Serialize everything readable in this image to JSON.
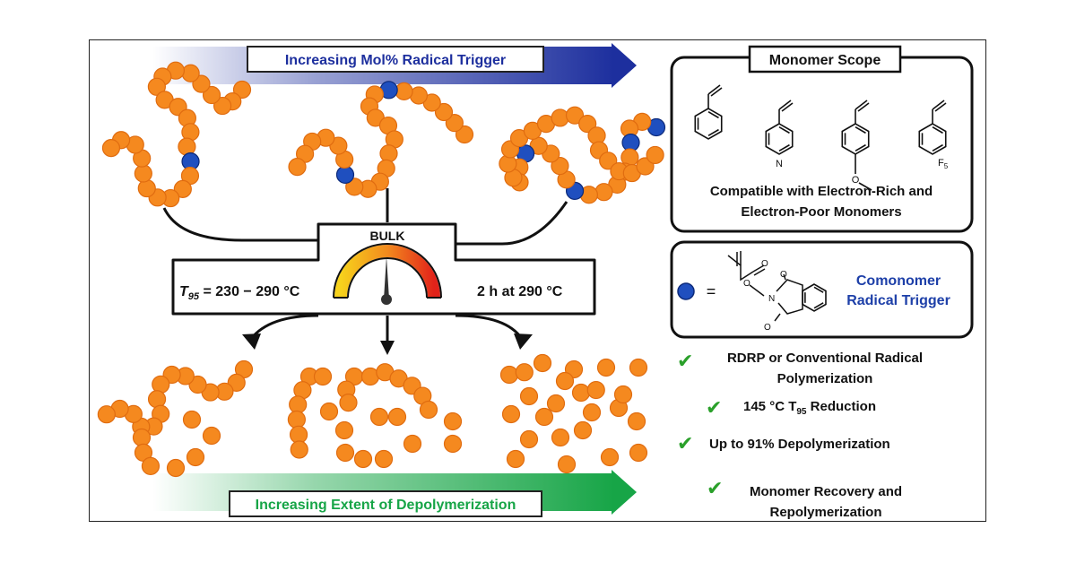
{
  "top_arrow_label": "Increasing Mol% Radical Trigger",
  "bottom_arrow_label": "Increasing Extent of Depolymerization",
  "bulk_label": "BULK",
  "t95_symbol": "T",
  "t95_subscript": "95",
  "t95_range": " = 230 − 290 °C",
  "condition_time": "2 h at 290 °C",
  "monomer_scope_title": "Monomer Scope",
  "monomer_n_label": "N",
  "monomer_o_label": "O",
  "monomer_f_label": "F",
  "monomer_f_subscript": "5",
  "compatible_line1": "Compatible with Electron-Rich and",
  "compatible_line2": "Electron-Poor Monomers",
  "legend_equals": "=",
  "trigger_o1": "O",
  "trigger_o2": "O",
  "trigger_n": "N",
  "trigger_o3": "O",
  "trigger_o4": "O",
  "comonomer_line1": "Comonomer",
  "comonomer_line2": "Radical Trigger",
  "check_mark": "✔",
  "benefit1_line1": "RDRP or Conventional Radical",
  "benefit1_line2": "Polymerization",
  "benefit2_prefix": "145 °C T",
  "benefit2_sub": "95",
  "benefit2_suffix": " Reduction",
  "benefit3": "Up to 91% Depolymerization",
  "benefit4_line1": "Monomer Recovery and",
  "benefit4_line2": "Repolymerization",
  "colors": {
    "monomer_bead": "#f5891f",
    "monomer_bead_edge": "#e06c10",
    "trigger_bead": "#1f4fbf",
    "top_arrow": "#1d2f9e",
    "bottom_arrow": "#17a547",
    "top_label": "#1d2f9e",
    "bottom_label": "#17a547",
    "check": "#2aa02a",
    "comonomer_text": "#1d3fa8"
  }
}
